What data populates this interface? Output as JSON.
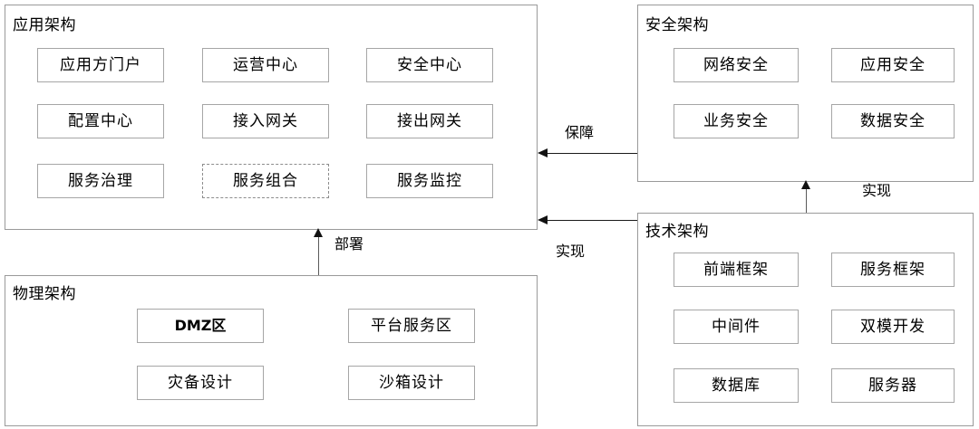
{
  "diagram": {
    "panels": [
      {
        "id": "application",
        "title": "应用架构",
        "nodes": [
          {
            "label": "应用方门户",
            "style": "solid"
          },
          {
            "label": "运营中心",
            "style": "solid"
          },
          {
            "label": "安全中心",
            "style": "solid"
          },
          {
            "label": "配置中心",
            "style": "solid"
          },
          {
            "label": "接入网关",
            "style": "solid"
          },
          {
            "label": "接出网关",
            "style": "solid"
          },
          {
            "label": "服务治理",
            "style": "solid"
          },
          {
            "label": "服务组合",
            "style": "dashed"
          },
          {
            "label": "服务监控",
            "style": "solid"
          }
        ]
      },
      {
        "id": "security",
        "title": "安全架构",
        "nodes": [
          {
            "label": "网络安全",
            "style": "solid"
          },
          {
            "label": "应用安全",
            "style": "solid"
          },
          {
            "label": "业务安全",
            "style": "solid"
          },
          {
            "label": "数据安全",
            "style": "solid"
          }
        ]
      },
      {
        "id": "technology",
        "title": "技术架构",
        "nodes": [
          {
            "label": "前端框架",
            "style": "solid"
          },
          {
            "label": "服务框架",
            "style": "solid"
          },
          {
            "label": "中间件",
            "style": "solid"
          },
          {
            "label": "双模开发",
            "style": "solid"
          },
          {
            "label": "数据库",
            "style": "solid"
          },
          {
            "label": "服务器",
            "style": "solid"
          }
        ]
      },
      {
        "id": "physical",
        "title": "物理架构",
        "nodes": [
          {
            "label": "DMZ区",
            "style": "solid-bold"
          },
          {
            "label": "平台服务区",
            "style": "solid"
          },
          {
            "label": "灾备设计",
            "style": "solid"
          },
          {
            "label": "沙箱设计",
            "style": "solid"
          }
        ]
      }
    ],
    "connectors": [
      {
        "id": "security-to-application",
        "label": "保障",
        "from": "security",
        "to": "application",
        "direction": "left"
      },
      {
        "id": "technology-to-application",
        "label": "实现",
        "from": "technology",
        "to": "application",
        "direction": "left"
      },
      {
        "id": "technology-to-security",
        "label": "实现",
        "from": "technology",
        "to": "security",
        "direction": "up"
      },
      {
        "id": "physical-to-application",
        "label": "部署",
        "from": "physical",
        "to": "application",
        "direction": "up"
      }
    ],
    "colors": {
      "panel_border": "#9a9a9a",
      "node_border": "#a6a6a6",
      "dashed_border": "#8c8c8c",
      "connector": "#1a1a1a",
      "background": "#ffffff",
      "text": "#000000"
    }
  }
}
